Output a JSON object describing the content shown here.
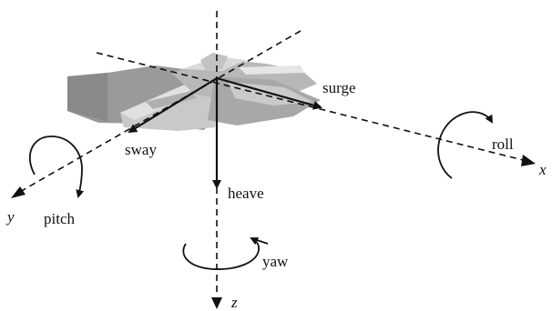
{
  "labels": {
    "surge": "surge",
    "sway": "sway",
    "heave": "heave",
    "roll": "roll",
    "pitch": "pitch",
    "yaw": "yaw"
  },
  "axes": {
    "x": "x",
    "y": "y",
    "z": "z"
  },
  "colors": {
    "line": "#111111",
    "aircraft_dark": "#8f8f8f",
    "aircraft_mid": "#b5b5b5",
    "aircraft_light": "#d6d6d6"
  }
}
